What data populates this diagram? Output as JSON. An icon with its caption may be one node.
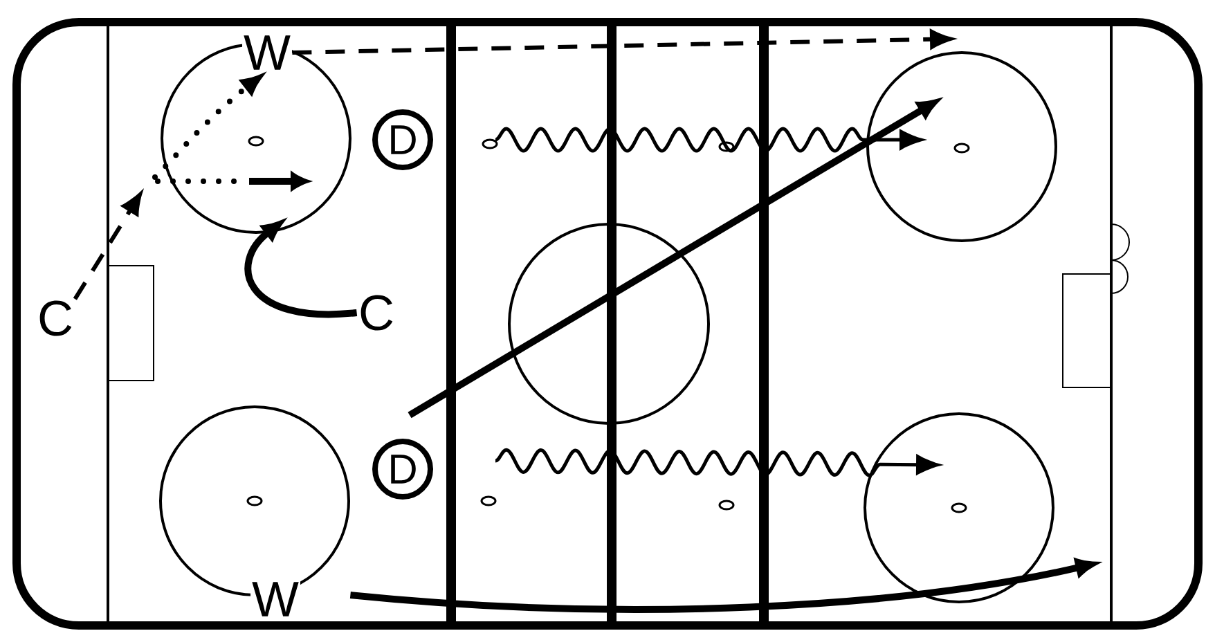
{
  "diagram": {
    "nodes": [
      {
        "text": [
          "C"
        ]
      },
      {
        "text": [
          "W"
        ]
      },
      {
        "text": [
          "C"
        ]
      },
      {
        "text": [
          "D"
        ]
      },
      {
        "text": [
          "D"
        ]
      },
      {
        "text": [
          "W"
        ]
      }
    ],
    "edges": [
      {
        "from": 0,
        "to": null,
        "arrow": "to",
        "style": "dashed"
      },
      {
        "from": null,
        "to": 1,
        "arrow": "to",
        "style": "dashed"
      },
      {
        "from": 1,
        "to": null,
        "arrow": "to",
        "style": "dashed"
      },
      {
        "from": 2,
        "to": null,
        "arrow": "to"
      },
      {
        "from": 3,
        "to": null,
        "arrow": "to"
      },
      {
        "from": 4,
        "to": null,
        "arrow": "to"
      },
      {
        "from": 4,
        "to": null,
        "arrow": "to"
      },
      {
        "from": 5,
        "to": null,
        "arrow": "to"
      }
    ]
  }
}
